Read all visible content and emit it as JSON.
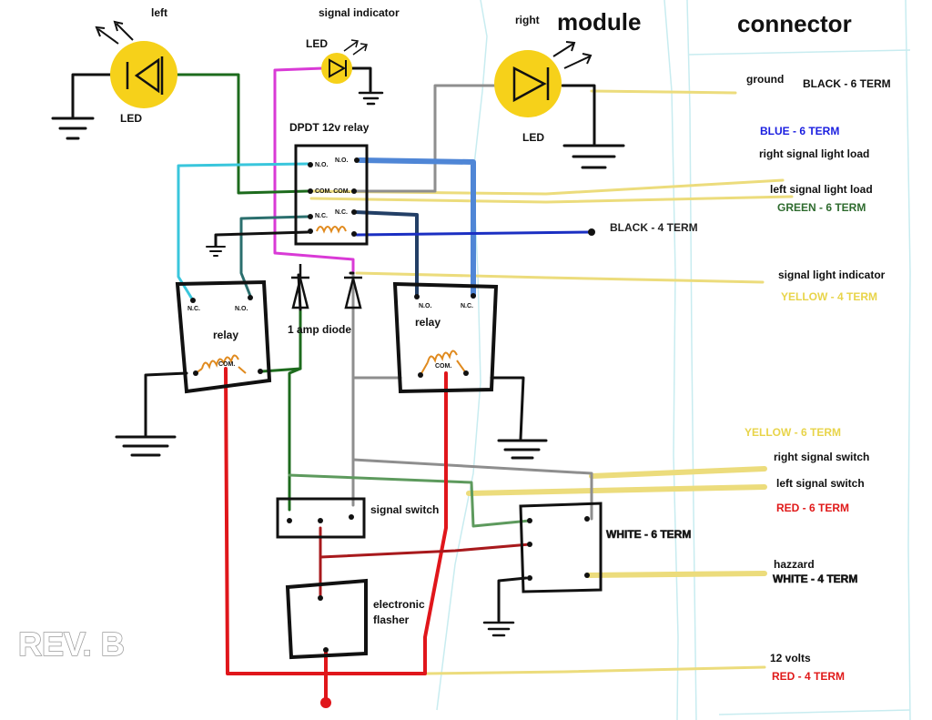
{
  "headers": {
    "module": "module",
    "connector": "connector"
  },
  "revision": "REV. B",
  "leds": {
    "left": {
      "caption": "left",
      "tag": "LED"
    },
    "signal": {
      "caption": "signal indicator",
      "tag": "LED"
    },
    "right": {
      "caption": "right",
      "tag": "LED"
    }
  },
  "components": {
    "dpdt": {
      "title": "DPDT 12v relay",
      "no1": "N.O.",
      "no2": "N.O.",
      "com": "COM. COM.",
      "nc1": "N.C.",
      "nc2": "N.C."
    },
    "relay_left": {
      "title": "relay",
      "nc": "N.C.",
      "no": "N.O.",
      "com": "COM."
    },
    "relay_right": {
      "title": "relay",
      "no": "N.O.",
      "nc": "N.C.",
      "com": "COM."
    },
    "diode": "1 amp diode",
    "signal_switch": "signal switch",
    "flasher": [
      "electronic",
      "flasher"
    ],
    "hazard_switch": "WHITE  - 6 TERM"
  },
  "connector": {
    "ground": "ground",
    "black6": "BLACK  - 6 TERM",
    "blue6": "BLUE  - 6 TERM",
    "right_load": "right signal light load",
    "left_load": "left signal light load",
    "green6": "GREEN  - 6 TERM",
    "black4": "BLACK - 4 TERM",
    "indicator": "signal light indicator",
    "yellow4": "YELLOW  - 4 TERM",
    "yellow6": "YELLOW  - 6 TERM",
    "right_switch": "right signal switch",
    "left_switch": "left signal switch",
    "red6": "RED  - 6 TERM",
    "hazzard": "hazzard",
    "white4": "WHITE  - 4 TERM",
    "volts": "12 volts",
    "red4": "RED  - 4 TERM"
  },
  "colors": {
    "yellow_fill": "#f6d11a",
    "wire_yellow": "#ecdc7c",
    "wire_red": "#e0161b",
    "wire_darkred": "#a8191c",
    "wire_green": "#1d6b1d",
    "wire_cyan": "#39c6dc",
    "wire_blue": "#1b2fc2",
    "wire_lightblue": "#4f86d6",
    "wire_navy": "#233f66",
    "wire_teal": "#2b6f6e",
    "wire_gray": "#8e8e8e",
    "wire_magenta": "#d93ad6",
    "wire_olive": "#5d9a5d",
    "coil": "#e08a1e",
    "divider": "#c8ecf0",
    "label_blue": "#1a1ee0",
    "label_green": "#2e6b2e",
    "label_yellow": "#e8d44a",
    "label_red": "#e01919",
    "label_black": "#222222"
  }
}
